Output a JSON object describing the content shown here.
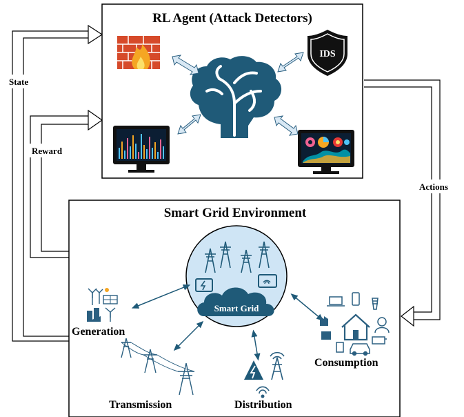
{
  "agent": {
    "title": "RL Agent (Attack Detectors)",
    "ids_label": "IDS"
  },
  "environment": {
    "title": "Smart Grid Environment",
    "center_label": "Smart Grid",
    "components": {
      "generation": "Generation",
      "transmission": "Transmission",
      "distribution": "Distribution",
      "consumption": "Consumption"
    }
  },
  "loop": {
    "state": "State",
    "reward": "Reward",
    "actions": "Actions"
  },
  "colors": {
    "brain": "#1f5a78",
    "ink": "#000000",
    "grid_circle": "#cfe5f5",
    "cloud": "#1f5a78",
    "icon": "#2a5f80",
    "arrow_light": "#bcd6ea",
    "firewall": "#d64a2a",
    "flame": "#f5a623"
  }
}
